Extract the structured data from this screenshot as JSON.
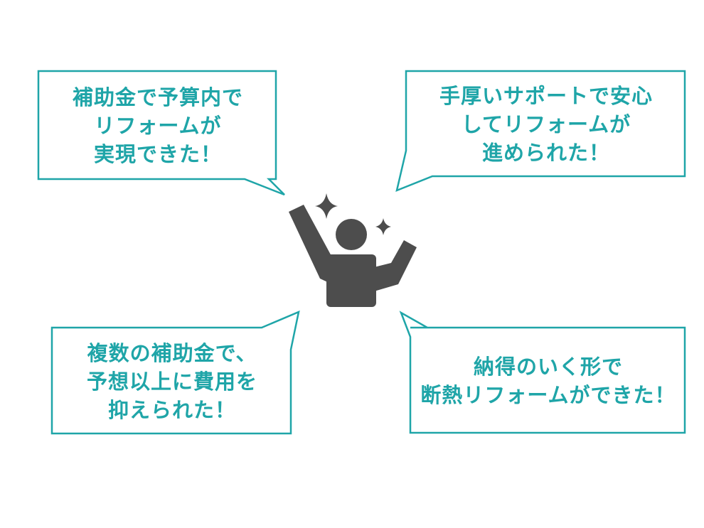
{
  "colors": {
    "accent": "#1fa5a8",
    "figure": "#4d4d4d",
    "background": "#ffffff"
  },
  "figure": {
    "icon": "person-raising-arm-with-sparkles-icon"
  },
  "bubbles": [
    {
      "lines": [
        "補助金で予算内で",
        "リフォームが",
        "実現できた！"
      ]
    },
    {
      "lines": [
        "手厚いサポートで安心",
        "してリフォームが",
        "進められた！"
      ]
    },
    {
      "lines": [
        "複数の補助金で、",
        "予想以上に費用を",
        "抑えられた！"
      ]
    },
    {
      "lines": [
        "納得のいく形で",
        "断熱リフォームができた！"
      ]
    }
  ]
}
